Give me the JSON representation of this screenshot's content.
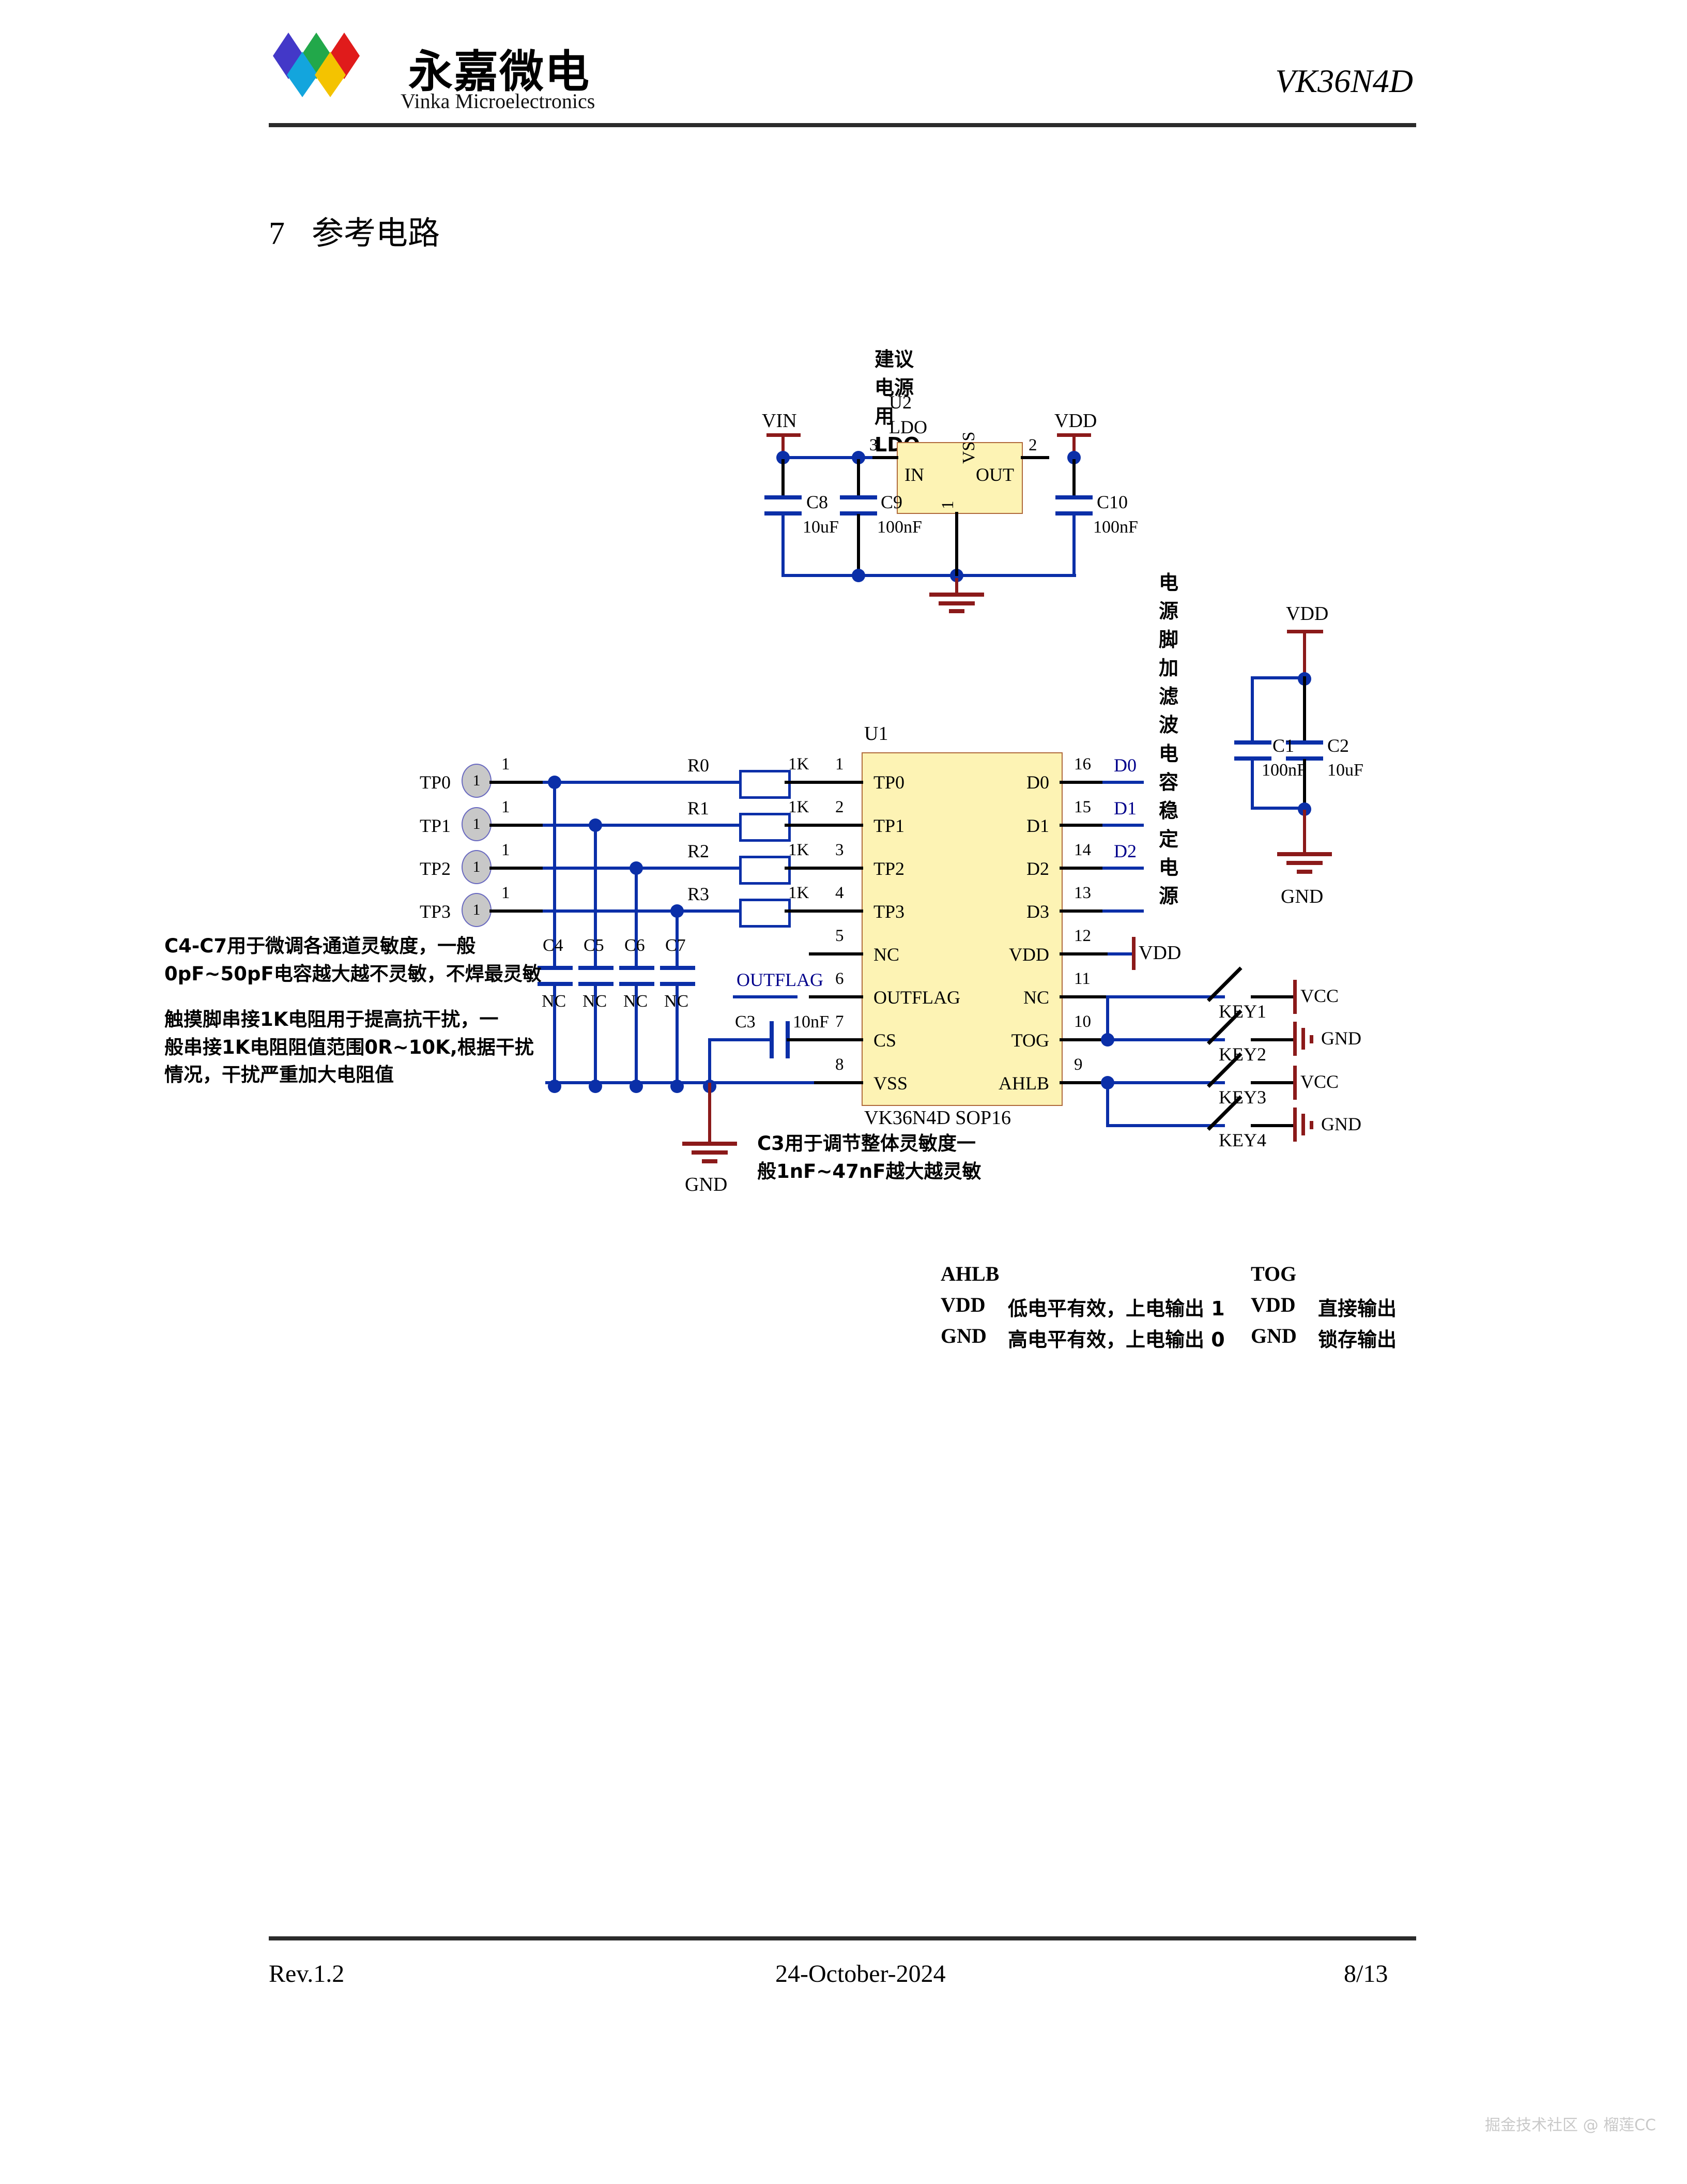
{
  "header": {
    "company_cn": "永嘉微电",
    "company_en": "Vinka Microelectronics",
    "part_number": "VK36N4D"
  },
  "section": {
    "number": "7",
    "title": "参考电路"
  },
  "ldo_circuit": {
    "caption": "建议电源用LDO",
    "ref": "U2",
    "type": "LDO",
    "pin_in_label": "IN",
    "pin_out_label": "OUT",
    "pin_vss_label": "VSS",
    "pin_in_num": "3",
    "pin_out_num": "2",
    "pin_vss_num": "1",
    "net_vin": "VIN",
    "net_vdd": "VDD",
    "caps": [
      {
        "ref": "C8",
        "value": "10uF"
      },
      {
        "ref": "C9",
        "value": "100nF"
      },
      {
        "ref": "C10",
        "value": "100nF"
      }
    ]
  },
  "decoupling_circuit": {
    "caption": "电源脚加滤波电容稳定电源",
    "net_vdd": "VDD",
    "net_gnd": "GND",
    "caps": [
      {
        "ref": "C1",
        "value": "100nF"
      },
      {
        "ref": "C2",
        "value": "10uF"
      }
    ]
  },
  "main_circuit": {
    "ref": "U1",
    "part_label": "VK36N4D SOP16",
    "left_pins": [
      {
        "num": "1",
        "name": "TP0"
      },
      {
        "num": "2",
        "name": "TP1"
      },
      {
        "num": "3",
        "name": "TP2"
      },
      {
        "num": "4",
        "name": "TP3"
      },
      {
        "num": "5",
        "name": "NC"
      },
      {
        "num": "6",
        "name": "OUTFLAG"
      },
      {
        "num": "7",
        "name": "CS"
      },
      {
        "num": "8",
        "name": "VSS"
      }
    ],
    "right_pins": [
      {
        "num": "16",
        "name": "D0"
      },
      {
        "num": "15",
        "name": "D1"
      },
      {
        "num": "14",
        "name": "D2"
      },
      {
        "num": "13",
        "name": "D3"
      },
      {
        "num": "12",
        "name": "VDD"
      },
      {
        "num": "11",
        "name": "NC"
      },
      {
        "num": "10",
        "name": "TOG"
      },
      {
        "num": "9",
        "name": "AHLB"
      }
    ],
    "touch_pads": [
      {
        "label": "TP0",
        "pin": "1"
      },
      {
        "label": "TP1",
        "pin": "1"
      },
      {
        "label": "TP2",
        "pin": "1"
      },
      {
        "label": "TP3",
        "pin": "1"
      }
    ],
    "resistors": [
      {
        "ref": "R0",
        "value": "1K"
      },
      {
        "ref": "R1",
        "value": "1K"
      },
      {
        "ref": "R2",
        "value": "1K"
      },
      {
        "ref": "R3",
        "value": "1K"
      }
    ],
    "tune_caps": [
      {
        "ref": "C4",
        "value": "NC"
      },
      {
        "ref": "C5",
        "value": "NC"
      },
      {
        "ref": "C6",
        "value": "NC"
      },
      {
        "ref": "C7",
        "value": "NC"
      }
    ],
    "cs_cap": {
      "ref": "C3",
      "value": "10nF"
    },
    "outflag_net": "OUTFLAG",
    "vdd_net": "VDD",
    "gnd_net": "GND",
    "keys": [
      {
        "label": "KEY1",
        "net": "VCC"
      },
      {
        "label": "KEY2",
        "net": "GND"
      },
      {
        "label": "KEY3",
        "net": "VCC"
      },
      {
        "label": "KEY4",
        "net": "GND"
      }
    ]
  },
  "notes": {
    "cap_note": "C4-C7用于微调各通道灵敏度，一般\n0pF~50pF电容越大越不灵敏，不焊最灵敏",
    "resistor_note": "触摸脚串接1K电阻用于提高抗干扰，一\n般串接1K电阻阻值范围0R~10K,根据干扰\n情况，干扰严重加大电阻值",
    "c3_note": "C3用于调节整体灵敏度一\n般1nF~47nF越大越灵敏"
  },
  "config_table": {
    "ahlb": {
      "header": "AHLB",
      "rows": [
        {
          "level": "VDD",
          "desc": "低电平有效，上电输出 1"
        },
        {
          "level": "GND",
          "desc": "高电平有效，上电输出 0"
        }
      ]
    },
    "tog": {
      "header": "TOG",
      "rows": [
        {
          "level": "VDD",
          "desc": "直接输出"
        },
        {
          "level": "GND",
          "desc": "锁存输出"
        }
      ]
    }
  },
  "footer": {
    "revision": "Rev.1.2",
    "date": "24-October-2024",
    "page": "8/13"
  },
  "watermark": "掘金技术社区 @ 榴莲CC"
}
